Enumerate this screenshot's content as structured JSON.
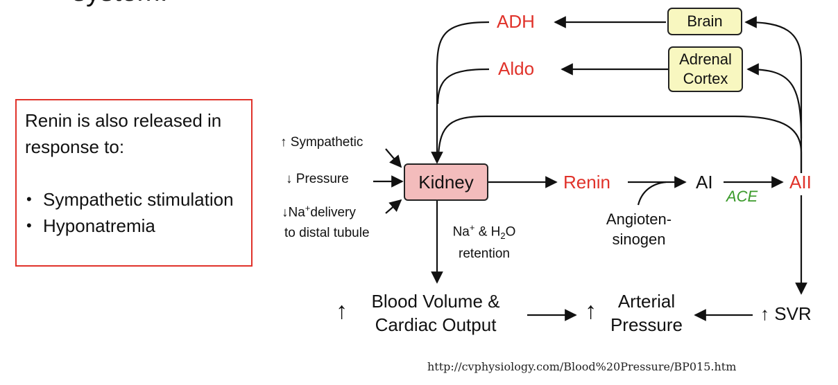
{
  "title_fragment": "system.",
  "note": {
    "heading": "Renin is also released in response to:",
    "bullets": [
      "Sympathetic stimulation",
      "Hyponatremia"
    ]
  },
  "diagram": {
    "adh": "ADH",
    "aldo": "Aldo",
    "brain": "Brain",
    "adrenal_cortex_line1": "Adrenal",
    "adrenal_cortex_line2": "Cortex",
    "sympathetic": "↑ Sympathetic",
    "pressure": "↓ Pressure",
    "na_delivery_prefix": "↓Na",
    "na_delivery_sup": "+",
    "na_delivery_rest": "delivery",
    "na_delivery_line2": "to distal tubule",
    "kidney": "Kidney",
    "renin": "Renin",
    "ai": "AI",
    "aii": "AII",
    "ace": "ACE",
    "angiotensinogen_line1": "Angioten-",
    "angiotensinogen_line2": "sinogen",
    "retention_na": "Na",
    "retention_sup": "+",
    "retention_mid": "& H",
    "retention_sub": "2",
    "retention_o": "O",
    "retention_line2": "retention",
    "up_arrow": "↑",
    "blood_volume_line1": "Blood Volume &",
    "blood_volume_line2": "Cardiac Output",
    "arterial_line1": "Arterial",
    "arterial_line2": "Pressure",
    "svr": "↑ SVR"
  },
  "source_url": "http://cvphysiology.com/Blood%20Pressure/BP015.htm",
  "colors": {
    "accent_red": "#e0322a",
    "ace_green": "#3a9a2a",
    "box_yellow": "#f8f7c0",
    "kidney_pink": "#f3bcbc"
  }
}
